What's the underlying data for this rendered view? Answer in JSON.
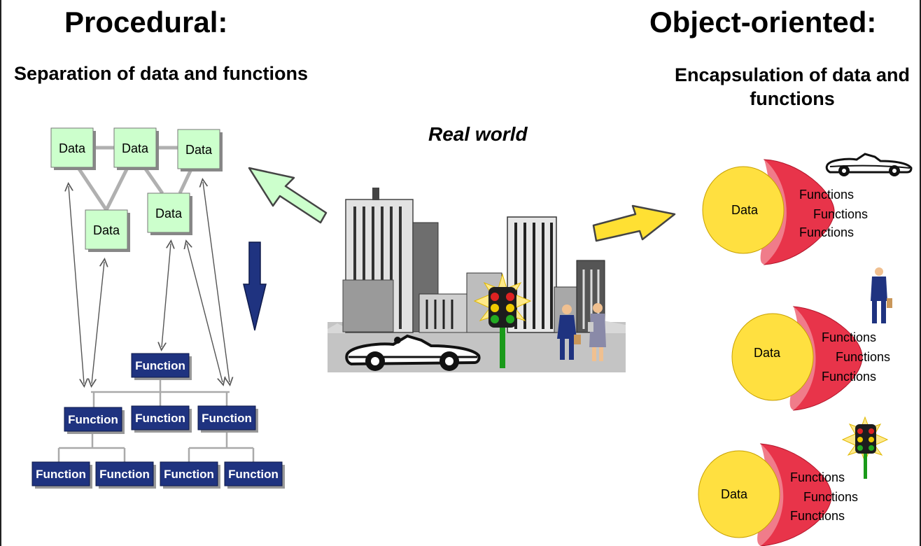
{
  "titles": {
    "procedural": "Procedural:",
    "object_oriented": "Object-oriented:"
  },
  "subtitles": {
    "procedural": "Separation of data and functions",
    "object_oriented": "Encapsulation of data and functions"
  },
  "center_label": "Real world",
  "procedural": {
    "data_labels": [
      "Data",
      "Data",
      "Data",
      "Data",
      "Data"
    ],
    "function_labels": [
      "Function",
      "Function",
      "Function",
      "Function",
      "Function",
      "Function",
      "Function",
      "Function"
    ]
  },
  "objects": [
    {
      "data": "Data",
      "functions": [
        "Functions",
        "Functions",
        "Functions"
      ]
    },
    {
      "data": "Data",
      "functions": [
        "Functions",
        "Functions",
        "Functions"
      ]
    },
    {
      "data": "Data",
      "functions": [
        "Functions",
        "Functions",
        "Functions"
      ]
    }
  ],
  "colors": {
    "data_box": "#ccffcc",
    "function_box": "#1f3380",
    "down_arrow": "#1f3380",
    "left_arrow": "#ccffcc",
    "right_arrow": "#ffe033",
    "object_data": "#ffe040",
    "object_functions": "#e8344a",
    "traffic_pole": "#1a9a1a"
  },
  "icons": [
    "car-icon",
    "person-icon",
    "traffic-light-icon",
    "city-skyline-icon"
  ]
}
